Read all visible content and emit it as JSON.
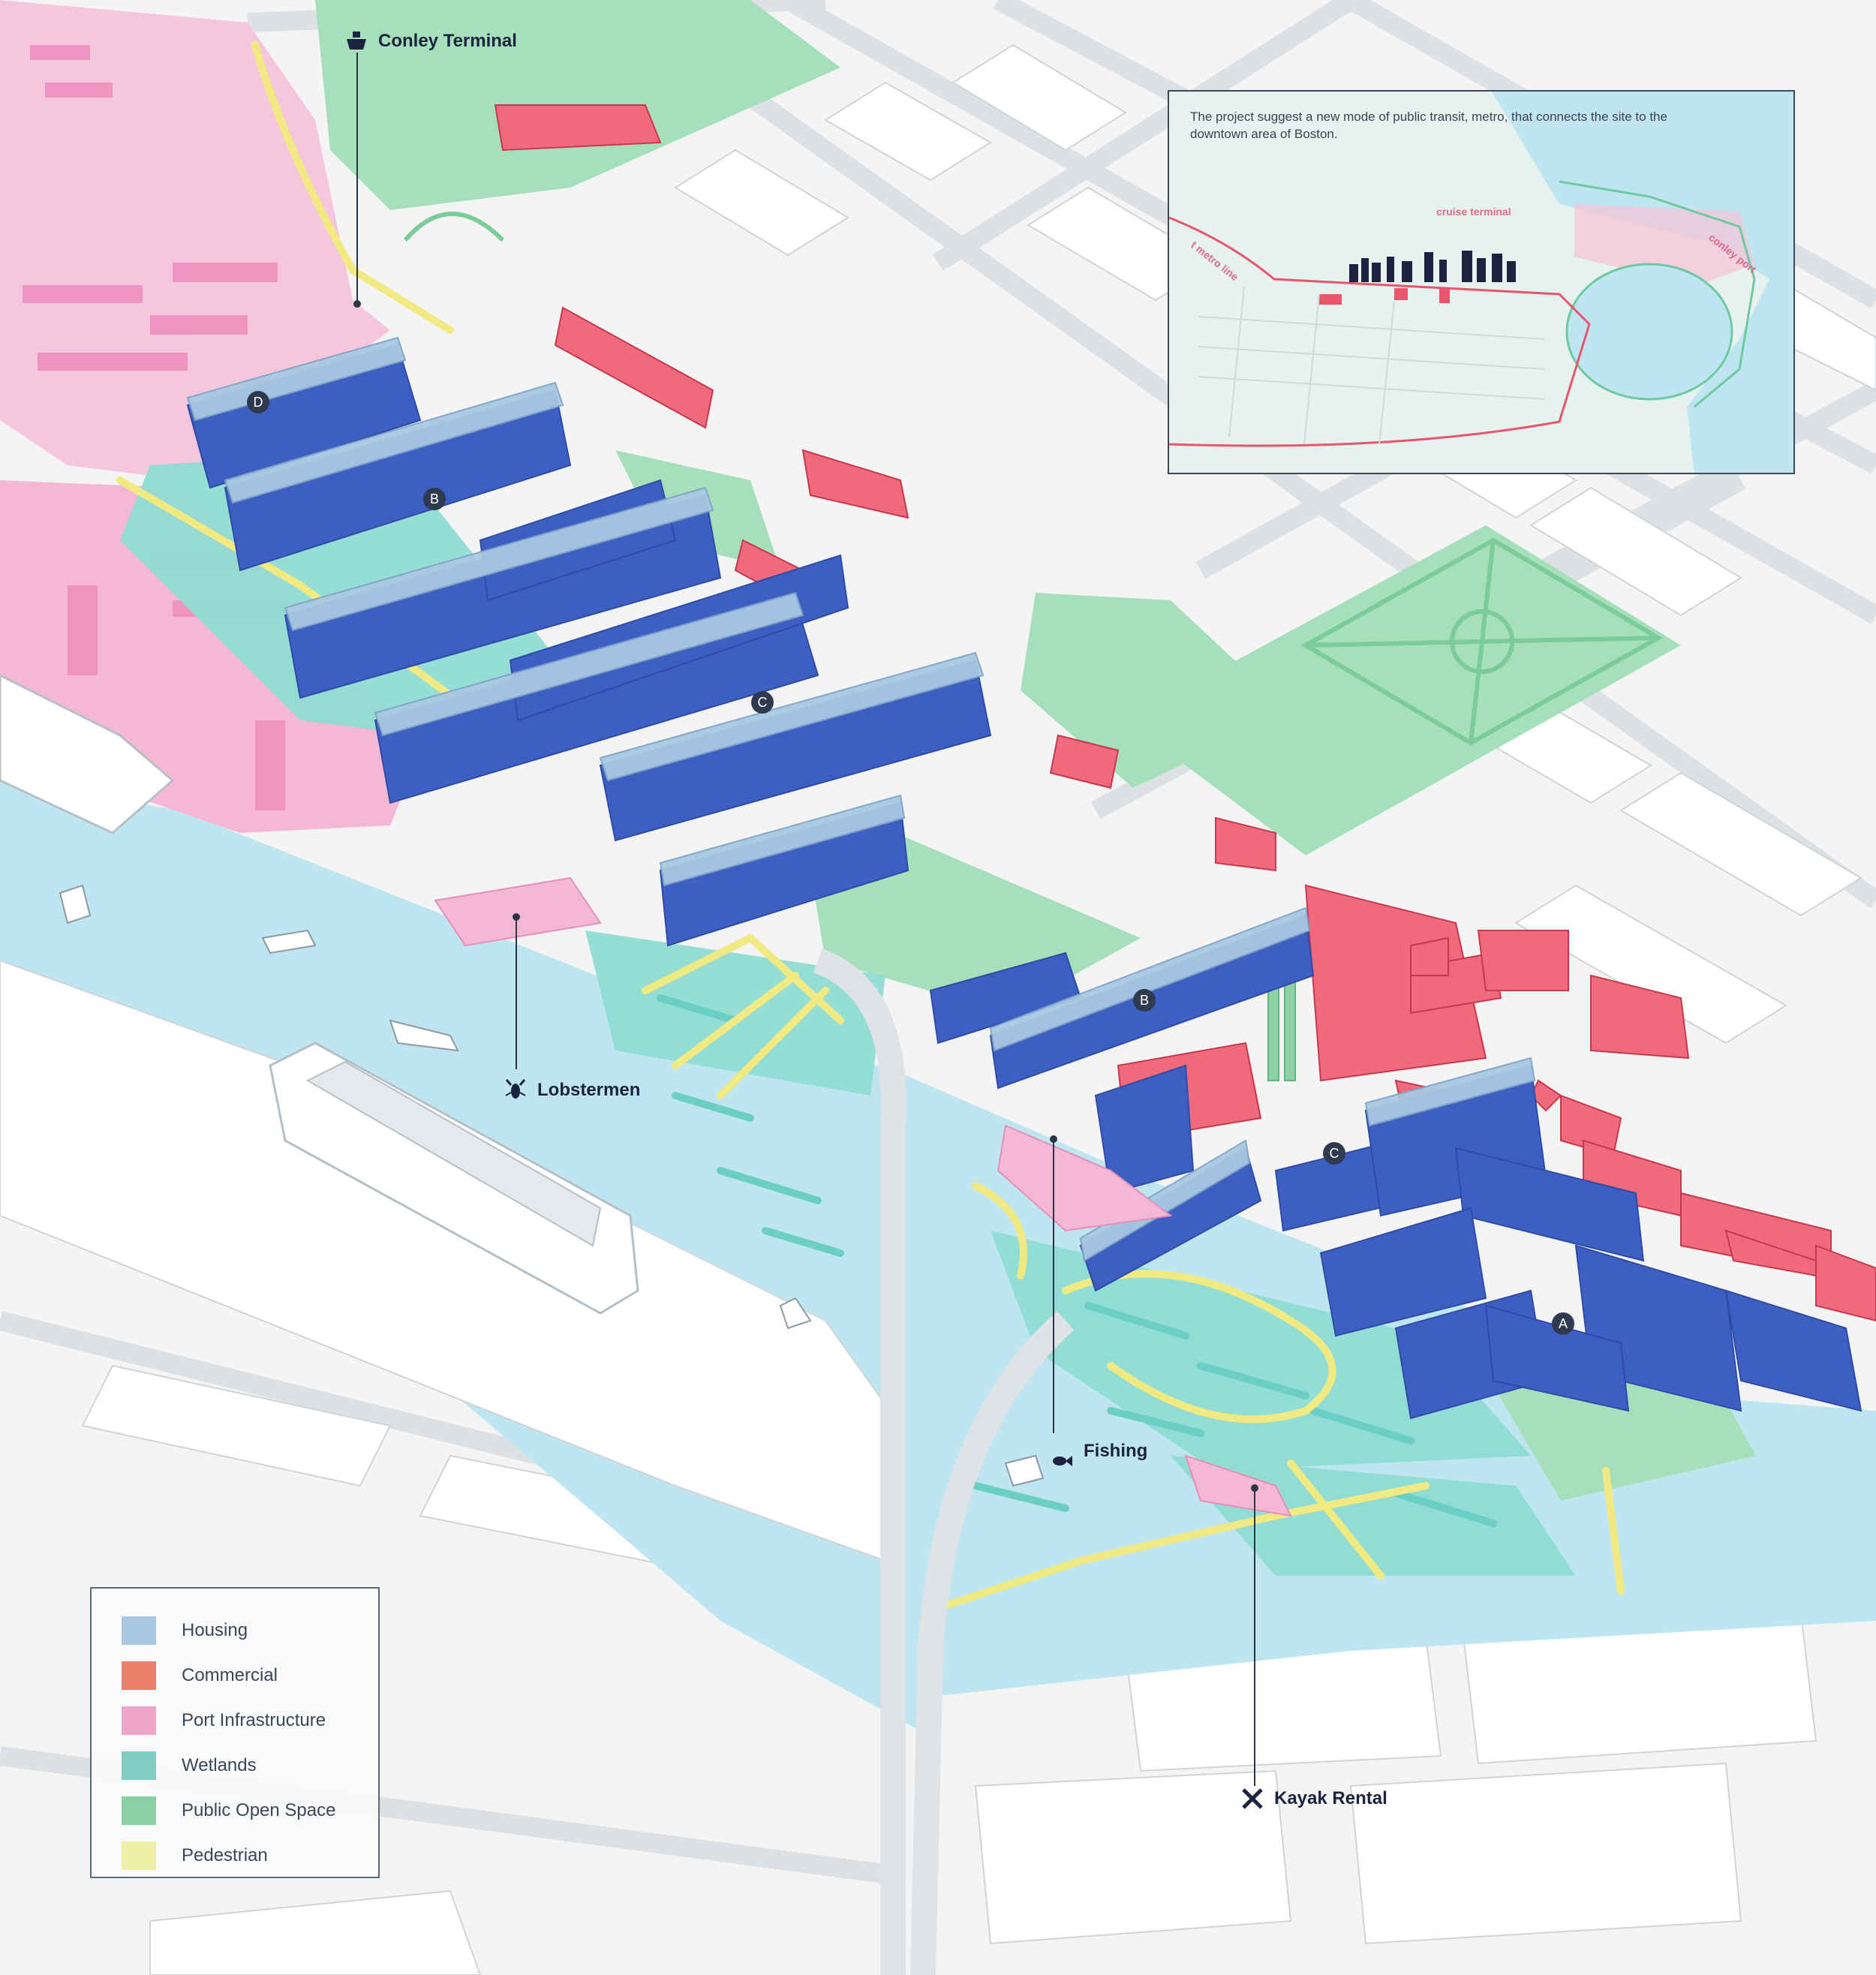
{
  "colors": {
    "housing": "#a9c8e2",
    "housing_facade": "#3d5fc4",
    "commercial": "#ea4d61",
    "port": "#f3a6c8",
    "wetlands": "#5fcbbf",
    "open_space": "#86d3a2",
    "pedestrian": "#f3ec8a",
    "water": "#bfe6f0",
    "ink": "#1b2340"
  },
  "callouts": {
    "conley_terminal": {
      "label": "Conley Terminal",
      "icon": "ship-icon"
    },
    "lobstermen": {
      "label": "Lobstermen",
      "icon": "lobster-icon"
    },
    "fishing": {
      "label": "Fishing",
      "icon": "fish-icon"
    },
    "kayak_rental": {
      "label": "Kayak Rental",
      "icon": "kayak-paddles-icon"
    }
  },
  "badges": [
    "D",
    "B",
    "C",
    "B",
    "C",
    "A"
  ],
  "inset": {
    "caption": "The project suggest a new mode of public transit, metro, that connects the site to the downtown area of Boston.",
    "labels": {
      "cruise_terminal": "cruise terminal",
      "metro_line": "t metro line",
      "conley_port": "conley port"
    }
  },
  "legend": {
    "items": [
      {
        "label": "Housing",
        "color": "#a9c8e2"
      },
      {
        "label": "Commercial",
        "color": "#e8806a"
      },
      {
        "label": "Port Infrastructure",
        "color": "#eda6c9"
      },
      {
        "label": "Wetlands",
        "color": "#7fcdc3"
      },
      {
        "label": "Public Open Space",
        "color": "#8ad0a2"
      },
      {
        "label": "Pedestrian",
        "color": "#eef0a8"
      }
    ]
  }
}
